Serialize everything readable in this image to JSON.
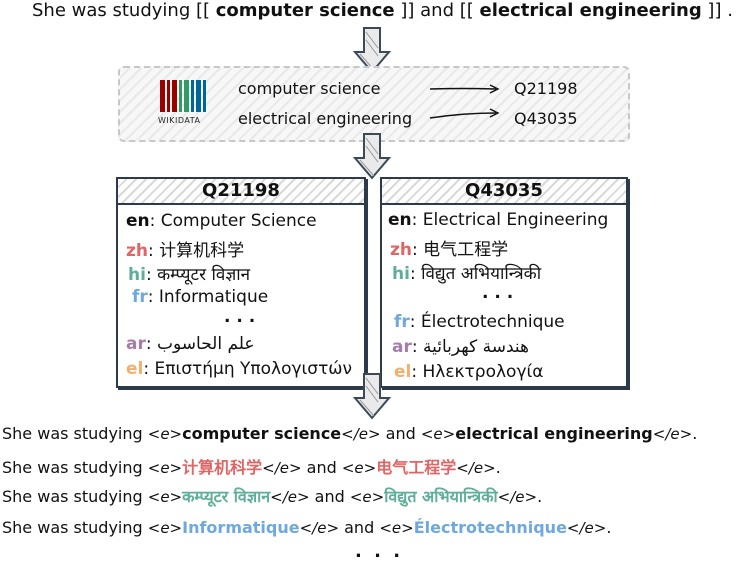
{
  "top": {
    "prefix": "She was studying [[ ",
    "entity1": "computer science",
    "middle": " ]] and [[ ",
    "entity2": "electrical engineering",
    "suffix": " ]] ."
  },
  "wikidata": {
    "logo_text": "WIKIDATA",
    "mappings": [
      {
        "label": "computer science",
        "qid": "Q21198"
      },
      {
        "label": "electrical engineering",
        "qid": "Q43035"
      }
    ],
    "logo_colors": [
      "#990000",
      "#339966",
      "#006699"
    ]
  },
  "boxes": [
    {
      "title": "Q21198",
      "rows": [
        {
          "lang": "en",
          "text": "Computer Science"
        },
        {
          "lang": "zh",
          "text": "计算机科学"
        },
        {
          "lang": "hi",
          "text": "कम्प्यूटर विज्ञान"
        },
        {
          "lang": "fr",
          "text": "Informatique"
        },
        {
          "lang": "",
          "text": ". . ."
        },
        {
          "lang": "ar",
          "text": "علم الحاسوب"
        },
        {
          "lang": "el",
          "text": "Επιστήμη Υπολογιστών"
        }
      ]
    },
    {
      "title": "Q43035",
      "rows": [
        {
          "lang": "en",
          "text": "Electrical Engineering"
        },
        {
          "lang": "zh",
          "text": "电气工程学"
        },
        {
          "lang": "hi",
          "text": "विद्युत अभियान्त्रिकी"
        },
        {
          "lang": "",
          "text": ". . ."
        },
        {
          "lang": "fr",
          "text": "Électrotechnique"
        },
        {
          "lang": "ar",
          "text": "هندسة كهربائية"
        },
        {
          "lang": "el",
          "text": "Ηλεκτρολογία"
        }
      ]
    }
  ],
  "sentences": [
    {
      "prefix": "She was studying ",
      "open": "<e>",
      "e1": "computer science",
      "close": "</e>",
      "and": " and ",
      "e2": "electrical engineering",
      "end": "."
    },
    {
      "prefix": "She was studying ",
      "open": "<e>",
      "e1": "计算机科学",
      "close": "</e>",
      "and": " and ",
      "e2": "电气工程学",
      "end": "."
    },
    {
      "prefix": "She was studying ",
      "open": "<e>",
      "e1": "कम्प्यूटर विज्ञान",
      "close": "</e>",
      "and": " and ",
      "e2": "विद्युत अभियान्त्रिकी",
      "end": "."
    },
    {
      "prefix": "She was studying ",
      "open": "<e>",
      "e1": "Informatique",
      "close": "</e>",
      "and": " and ",
      "e2": "Électrotechnique",
      "end": "."
    }
  ],
  "bottom_ellipsis": ". . .",
  "colors": {
    "en": "#111111",
    "zh": "#e06666",
    "hi": "#5fae99",
    "fr": "#6fa8dc",
    "ar": "#a87ca8",
    "el": "#f0b070",
    "box_border": "#2c3a4a"
  }
}
